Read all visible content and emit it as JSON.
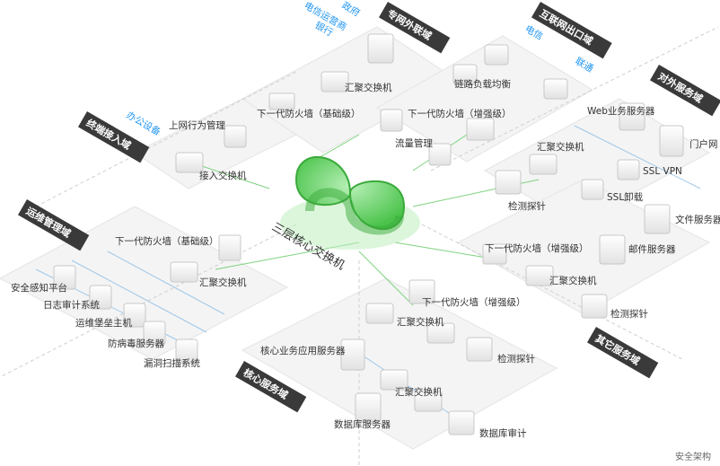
{
  "core_label": "三层核心交换机",
  "footer": "安全架构",
  "domains": {
    "dedicated": "专网外联域",
    "internet": "互联网出口域",
    "terminal": "终端接入域",
    "external": "对外服务域",
    "ops": "运维管理域",
    "other": "其它服务域",
    "core": "核心服务域"
  },
  "external_links": {
    "telecom_operator": "电信运营商",
    "government": "政府",
    "bank": "银行",
    "china_telecom": "电信",
    "china_unicom": "联通",
    "office_equipment": "办公设备"
  },
  "devices": {
    "dedicated_switch": "汇聚交换机",
    "dedicated_firewall": "下一代防火墙（基础级）",
    "link_balancer": "链路负载均衡",
    "internet_firewall": "下一代防火墙（增强级）",
    "flow_mgmt": "流量管理",
    "behavior_mgmt": "上网行为管理",
    "access_switch": "接入交换机",
    "web_server": "Web业务服务器",
    "portal": "门户网",
    "ext_switch": "汇聚交换机",
    "ssl_vpn": "SSL VPN",
    "ssl_offload": "SSL卸载",
    "ext_probe": "检测探针",
    "ops_firewall": "下一代防火墙（基础级）",
    "ops_switch": "汇聚交换机",
    "security_platform": "安全感知平台",
    "log_audit": "日志审计系统",
    "bastion": "运维堡垒主机",
    "antivirus": "防病毒服务器",
    "vuln_scan": "漏洞扫描系统",
    "file_server": "文件服务器",
    "mail_server": "邮件服务器",
    "other_firewall": "下一代防火墙（增强级）",
    "other_switch": "汇聚交换机",
    "other_probe": "检测探针",
    "core_firewall": "下一代防火墙（增强级）",
    "core_switch1": "汇聚交换机",
    "core_app_server": "核心业务应用服务器",
    "core_probe": "检测探针",
    "core_switch2": "汇聚交换机",
    "db_server": "数据库服务器",
    "db_audit": "数据库审计"
  },
  "colors": {
    "core_green": "#4cc44c",
    "tag_bg": "#3a3a3a",
    "link_blue": "#2196f3",
    "line_green": "#7ed37e"
  }
}
